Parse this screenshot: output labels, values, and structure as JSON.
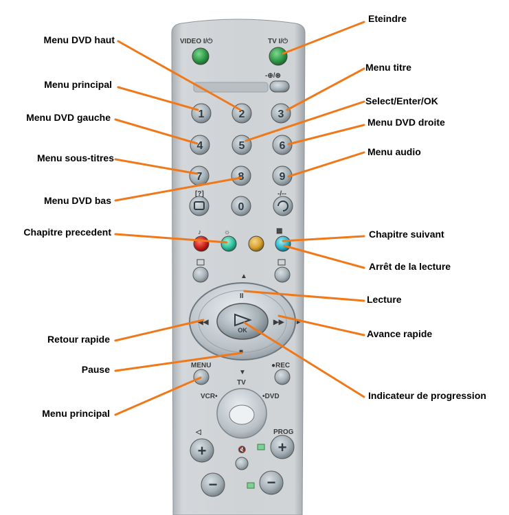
{
  "remote": {
    "top_labels": {
      "video_power": "VIDEO I/⏻",
      "tv_power": "TV I/⏻"
    },
    "digits": [
      "1",
      "2",
      "3",
      "4",
      "5",
      "6",
      "7",
      "8",
      "9",
      "0"
    ],
    "ok_label": "OK",
    "menu_label": "MENU",
    "rec_label": "●REC",
    "tv_label": "TV",
    "vcr_label": "VCR•",
    "dvd_label": "•DVD",
    "prog_label": "PROG",
    "colors": {
      "body": "#c9ced2",
      "key": "#aab4bb",
      "green": "#2e9a48",
      "red": "#c8221c",
      "teal": "#2fbf9c",
      "yellow": "#d7a12e",
      "cyan": "#2bb5c8",
      "callout": "#f07818"
    }
  },
  "labels": {
    "menu_dvd_haut": "Menu DVD haut",
    "eteindre": "Eteindre",
    "menu_titre": "Menu titre",
    "menu_principal_1": "Menu principal",
    "select_enter_ok": "Select/Enter/OK",
    "menu_dvd_gauche": "Menu DVD gauche",
    "menu_dvd_droite": "Menu DVD droite",
    "menu_sous_titres": "Menu sous-titres",
    "menu_audio": "Menu audio",
    "menu_dvd_bas": "Menu DVD bas",
    "chapitre_precedent": "Chapitre precedent",
    "chapitre_suivant": "Chapitre suivant",
    "arret_lecture": "Arrêt de la lecture",
    "lecture": "Lecture",
    "retour_rapide": "Retour rapide",
    "avance_rapide": "Avance rapide",
    "pause": "Pause",
    "indicateur_progression": "Indicateur de progression",
    "menu_principal_2": "Menu principal"
  }
}
